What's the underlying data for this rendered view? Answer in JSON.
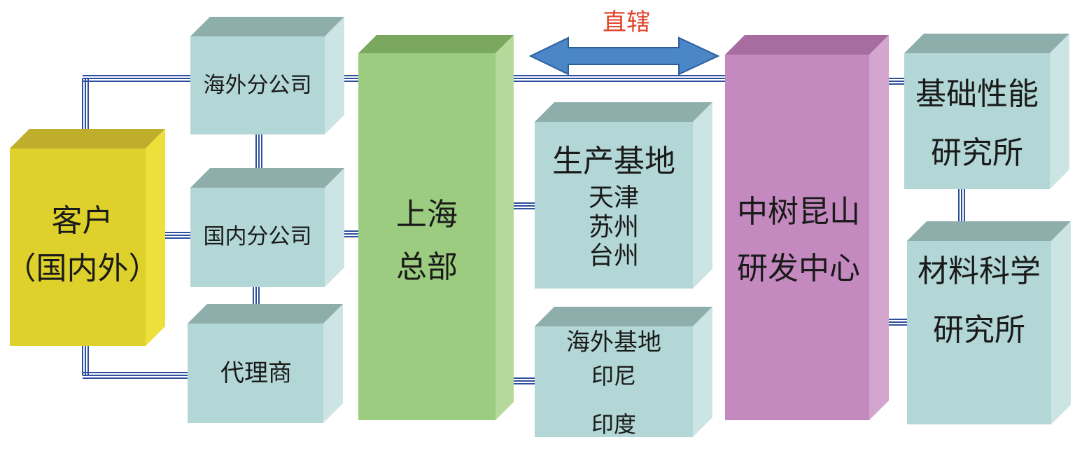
{
  "arrow_label": "直辖",
  "nodes": {
    "customer": {
      "line1": "客户",
      "line2": "（国内外）"
    },
    "overseas_branch": "海外分公司",
    "domestic_branch": "国内分公司",
    "agent": "代理商",
    "hq": {
      "line1": "上海",
      "line2": "总部"
    },
    "production": {
      "title": "生产基地",
      "sites": [
        "天津",
        "苏州",
        "台州"
      ]
    },
    "overseas_base": {
      "title": "海外基地",
      "sites": [
        "印尼",
        "印度"
      ]
    },
    "rnd": {
      "line1": "中树昆山",
      "line2": "研发中心"
    },
    "basic_inst": {
      "line1": "基础性能",
      "line2": "研究所"
    },
    "material_inst": {
      "line1": "材料科学",
      "line2": "研究所"
    }
  },
  "colors": {
    "teal_front": "#b3d7d6",
    "teal_top": "#8eaeac",
    "teal_side": "#cce5e4",
    "yellow_front": "#ded12c",
    "yellow_top": "#bfae2c",
    "yellow_side": "#eee03a",
    "green_front": "#9ccc7f",
    "green_top": "#79a85e",
    "green_side": "#b5d99a",
    "purple_front": "#c48abf",
    "purple_top": "#a76ca0",
    "purple_side": "#d3a6cf",
    "connector": "#2d4f9e",
    "arrow": "#4a86c8",
    "arrow_label": "#e0452b"
  }
}
